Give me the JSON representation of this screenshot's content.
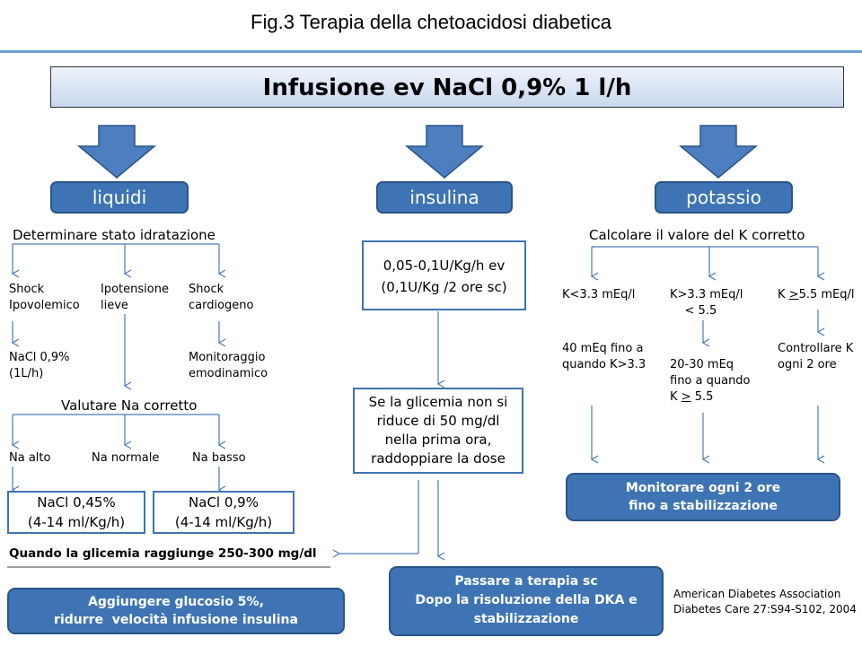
{
  "title": "Fig.3 Terapia della chetoacidosi diabetica",
  "banner": "Infusione ev NaCl 0,9%  1 l/h",
  "categories": {
    "liquidi": "liquidi",
    "insulina": "insulina",
    "potassio": "potassio"
  },
  "liquidi": {
    "heading": "Determinare stato idratazione",
    "shock_ipo": "Shock\nIpovolemico",
    "ipotensione": "Ipotensione\nlieve",
    "shock_cardio": "Shock\ncardiogeno",
    "nacl_1l": "NaCl 0,9%\n(1L/h)",
    "monitoraggio": "Monitoraggio\nemodinamico",
    "valutare": "Valutare Na corretto",
    "na_alto": "Na alto",
    "na_normale": "Na normale",
    "na_basso": "Na basso",
    "box_045": "NaCl 0,45%\n(4-14 ml/Kg/h)",
    "box_09": "NaCl 0,9%\n(4-14 ml/Kg/h)",
    "glicemia": "Quando la glicemia raggiunge 250-300 mg/dl",
    "glucosio": "Aggiungere glucosio 5%,\nridurre  velocità infusione insulina"
  },
  "insulina": {
    "dose": "0,05-0,1U/Kg/h ev\n(0,1U/Kg /2 ore sc)",
    "raddoppiare": "Se la glicemia non si\nriduce di 50 mg/dl\nnella prima ora,\nraddoppiare la dose",
    "passare": "Passare a terapia sc\nDopo la risoluzione della DKA e\nstabilizzazione"
  },
  "potassio": {
    "heading": "Calcolare il valore del K corretto",
    "k_low": "K<3.3 mEq/l",
    "k_mid": "K>3.3 mEq/l\n    < 5.5",
    "k_high_prefix": "K ",
    "k_high_sym": ">",
    "k_high_suffix": "5.5 mEq/l",
    "low_action": "40 mEq fino a\nquando K>3.3",
    "mid_action_pre": "20-30 mEq\nfino a quando\nK ",
    "mid_action_sym": ">",
    "mid_action_post": " 5.5",
    "high_action": "Controllare K\nogni 2 ore",
    "monitorare": "Monitorare ogni 2 ore\nfino a stabilizzazione"
  },
  "reference": "American Diabetes Association\nDiabetes Care 27:S94-S102, 2004",
  "colors": {
    "accent": "#3f74b4",
    "rule": "#6f9fd0",
    "line": "#4a7ab5"
  }
}
